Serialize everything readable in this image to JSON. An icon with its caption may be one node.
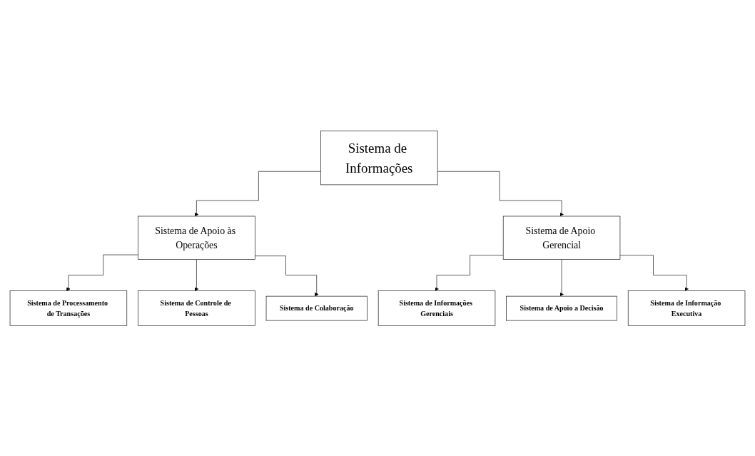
{
  "diagram": {
    "nodes": [
      {
        "text": [
          "Sistema de Informações"
        ]
      },
      {
        "text": [
          "Sistema de Apoio às Operações"
        ]
      },
      {
        "text": [
          "Sistema de Apoio Gerencial"
        ]
      },
      {
        "text": [
          "Sistema de Processamento de Transações"
        ]
      },
      {
        "text": [
          "Sistema de Controle de Pessoas"
        ]
      },
      {
        "text": [
          "Sistema de Colaboração"
        ]
      },
      {
        "text": [
          "Sistema de Informações Gerenciais"
        ]
      },
      {
        "text": [
          "Sistema de Apoio a Decisão"
        ]
      },
      {
        "text": [
          "Sistema de Informação Executiva"
        ]
      }
    ],
    "edges": [
      {
        "from": 0,
        "to": 1,
        "arrow": "to"
      },
      {
        "from": 0,
        "to": 2,
        "arrow": "to"
      },
      {
        "from": 1,
        "to": 3,
        "arrow": "to"
      },
      {
        "from": 1,
        "to": 4,
        "arrow": "to"
      },
      {
        "from": 1,
        "to": 5,
        "arrow": "to"
      },
      {
        "from": 2,
        "to": 6,
        "arrow": "to"
      },
      {
        "from": 2,
        "to": 7,
        "arrow": "to"
      },
      {
        "from": 2,
        "to": 8,
        "arrow": "to"
      }
    ]
  }
}
